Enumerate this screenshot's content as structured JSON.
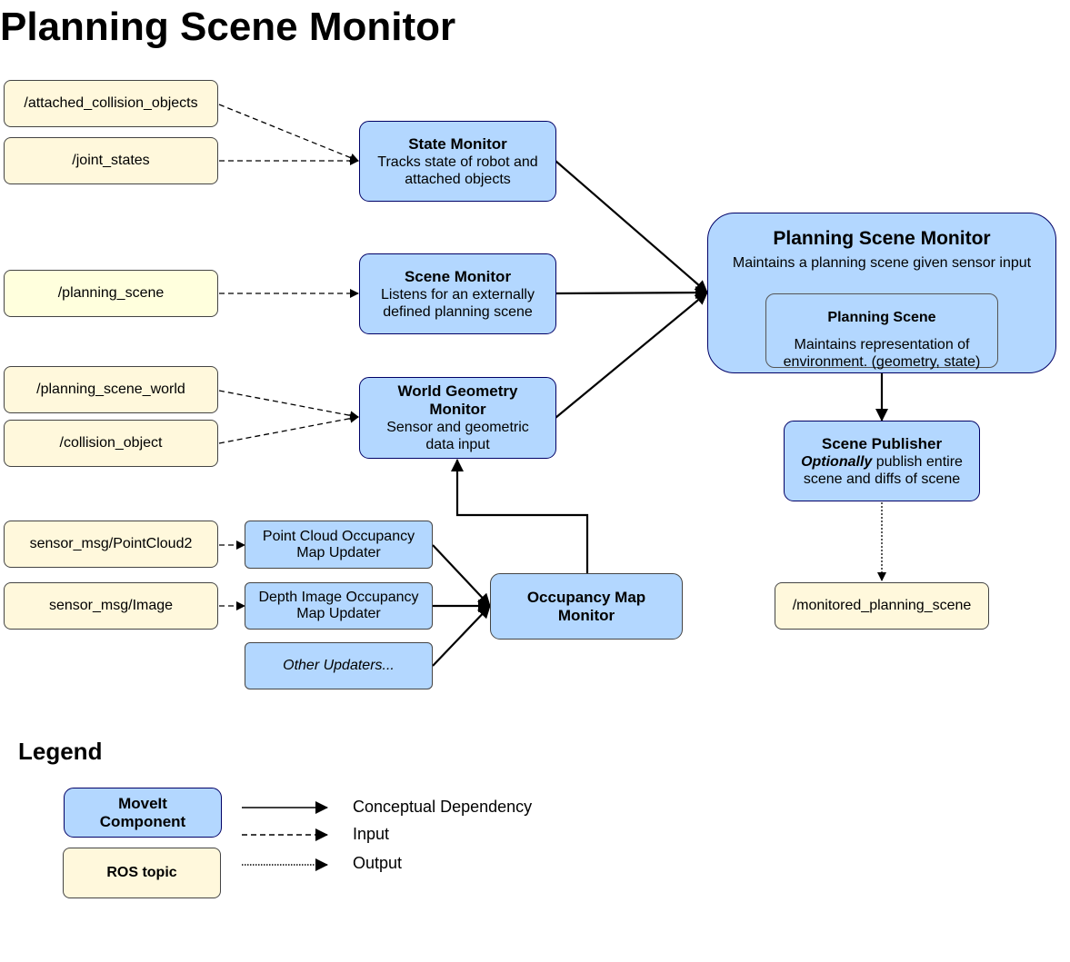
{
  "title": "Planning Scene Monitor",
  "colors": {
    "component_fill": "#b3d7ff",
    "component_border": "#000066",
    "topic_fill": "#fff8dc",
    "legend_bg": "#dcdcdc"
  },
  "topics": {
    "attached_collision_objects": "/attached_collision_objects",
    "joint_states": "/joint_states",
    "planning_scene": "/planning_scene",
    "planning_scene_world": "/planning_scene_world",
    "collision_object": "/collision_object",
    "pointcloud2": "sensor_msg/PointCloud2",
    "image": "sensor_msg/Image",
    "monitored_planning_scene": "/monitored_planning_scene"
  },
  "components": {
    "state_monitor": {
      "title": "State Monitor",
      "desc": "Tracks state of robot and attached objects"
    },
    "scene_monitor": {
      "title": "Scene Monitor",
      "desc": "Listens for an externally defined planning scene"
    },
    "world_geometry_monitor": {
      "title": "World Geometry Monitor",
      "desc": "Sensor and geometric data input"
    },
    "planning_scene_monitor": {
      "title": "Planning Scene Monitor",
      "desc": "Maintains a planning scene given sensor input"
    },
    "planning_scene": {
      "title": "Planning Scene",
      "desc": "Maintains representation of environment. (geometry, state)"
    },
    "scene_publisher": {
      "title": "Scene Publisher",
      "desc_emphasis": "Optionally",
      "desc_rest": " publish entire scene and diffs of scene"
    },
    "occupancy_map_monitor": {
      "title": "Occupancy Map Monitor"
    }
  },
  "updaters": {
    "point_cloud": "Point Cloud Occupancy Map Updater",
    "depth_image": "Depth Image Occupancy Map Updater",
    "other": "Other Updaters..."
  },
  "legend": {
    "title": "Legend",
    "component_label": "MoveIt Component",
    "topic_label": "ROS topic",
    "conceptual": "Conceptual Dependency",
    "input": "Input",
    "output": "Output"
  }
}
